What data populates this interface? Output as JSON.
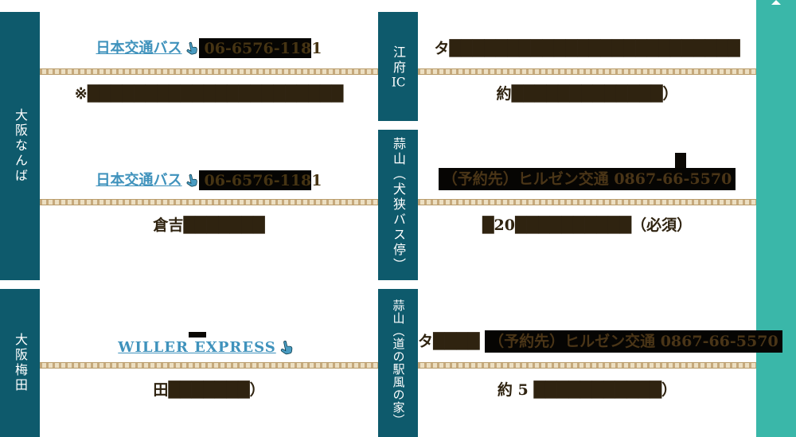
{
  "colors": {
    "header_teal": "#0e5a6c",
    "accent_teal": "#3ab7a9",
    "text_brown": "#32250e",
    "link_blue": "#3f92bc",
    "dash_tan": "#c6a97c",
    "band_black": "#060503"
  },
  "icons": {
    "link_pointer": "hand-pointer",
    "top_arrow": "arrow-up"
  },
  "left_labels": [
    {
      "label": "大阪なんば"
    },
    {
      "label": "大阪梅田"
    }
  ],
  "destinations": [
    {
      "kanji": "江府",
      "latin": "IC"
    },
    {
      "label": "蒜山（犬狭バス停）"
    },
    {
      "label": "蒜山（道の駅風の家）"
    }
  ],
  "routes": [
    {
      "operator": "日本交通バス",
      "phone": "06-6576-1181",
      "duration_note": "※██████████████████████",
      "transfer_line1": "タ█████████████████████████",
      "transfer_line2": "約█████████████）"
    },
    {
      "operator": "日本交通バス",
      "phone": "06-6576-1181",
      "duration_note": "倉吉███████",
      "transfer_fragment": "█",
      "transfer_line1": "（予約先）ヒルゼン交通 0867-66-5570",
      "transfer_line2": "█20██████████（必須）"
    },
    {
      "operator": "WILLER EXPRESS",
      "duration_note": "田███████）",
      "transfer_line1_prefix": "タ████",
      "transfer_line1": "（予約先）ヒルゼン交通 0867-66-5570",
      "transfer_line2": "約 5 ███████████）"
    }
  ]
}
